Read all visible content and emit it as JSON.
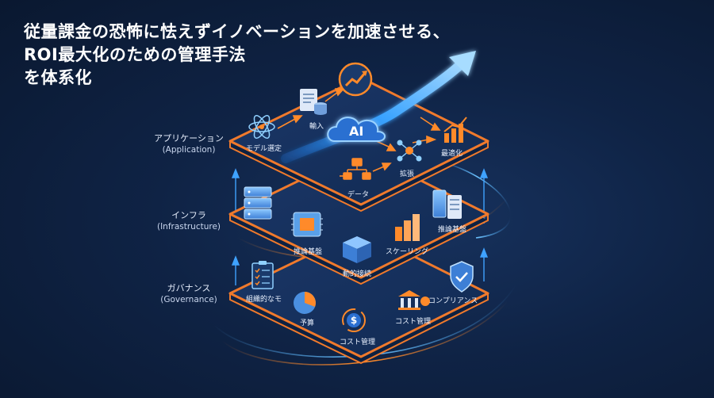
{
  "headline": {
    "line1": "従量課金の恐怖に怯えずイノベーションを加速させる、",
    "line2": "ROI最大化のための管理手法",
    "line3": "を体系化"
  },
  "layers": {
    "application": {
      "name": "アプリケーション",
      "sub": "(Application)"
    },
    "infrastructure": {
      "name": "インフラ",
      "sub": "(Infrastructure)"
    },
    "governance": {
      "name": "ガバナンス",
      "sub": "(Governance)"
    }
  },
  "ai_badge": "AI",
  "nodes": {
    "model_select": "モデル選定",
    "input": "輸入",
    "optimize": "最適化",
    "expand": "拡張",
    "data": "データ",
    "infer_base_left": "推論基盤",
    "infer_base_right": "推論基盤",
    "scaling": "スケーリング",
    "dynamic_connect": "動的接続",
    "org_model": "組織的なモ",
    "budget": "予算",
    "cost_mgmt_bottom": "コスト管理",
    "cost_mgmt_right": "コスト管理",
    "compliance": "コンプリアンス"
  },
  "colors": {
    "background": "#0f2345",
    "platform_edge": "#f07a2c",
    "glow_blue": "#4fb0ff",
    "accent_orange": "#ff8a2a"
  }
}
